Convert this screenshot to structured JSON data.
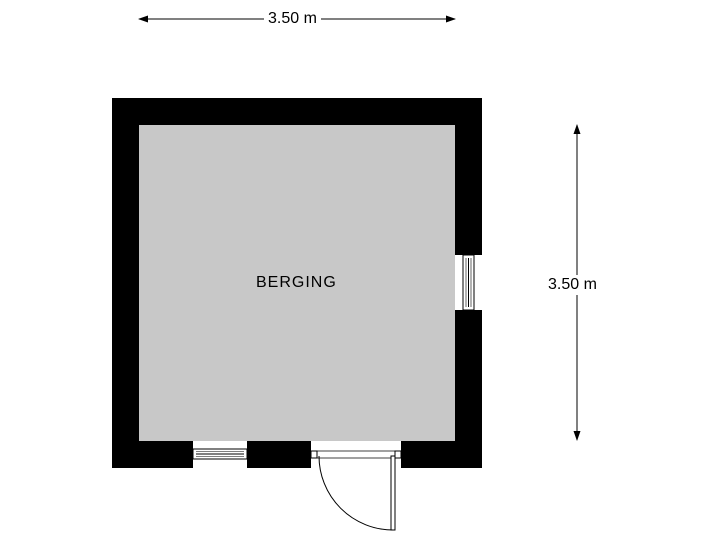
{
  "dimensions": {
    "width_label": "3.50 m",
    "height_label": "3.50 m"
  },
  "room": {
    "name": "BERGING",
    "floor_color": "#c8c8c8"
  },
  "colors": {
    "wall": "#000000",
    "background": "#ffffff",
    "line": "#000000"
  }
}
